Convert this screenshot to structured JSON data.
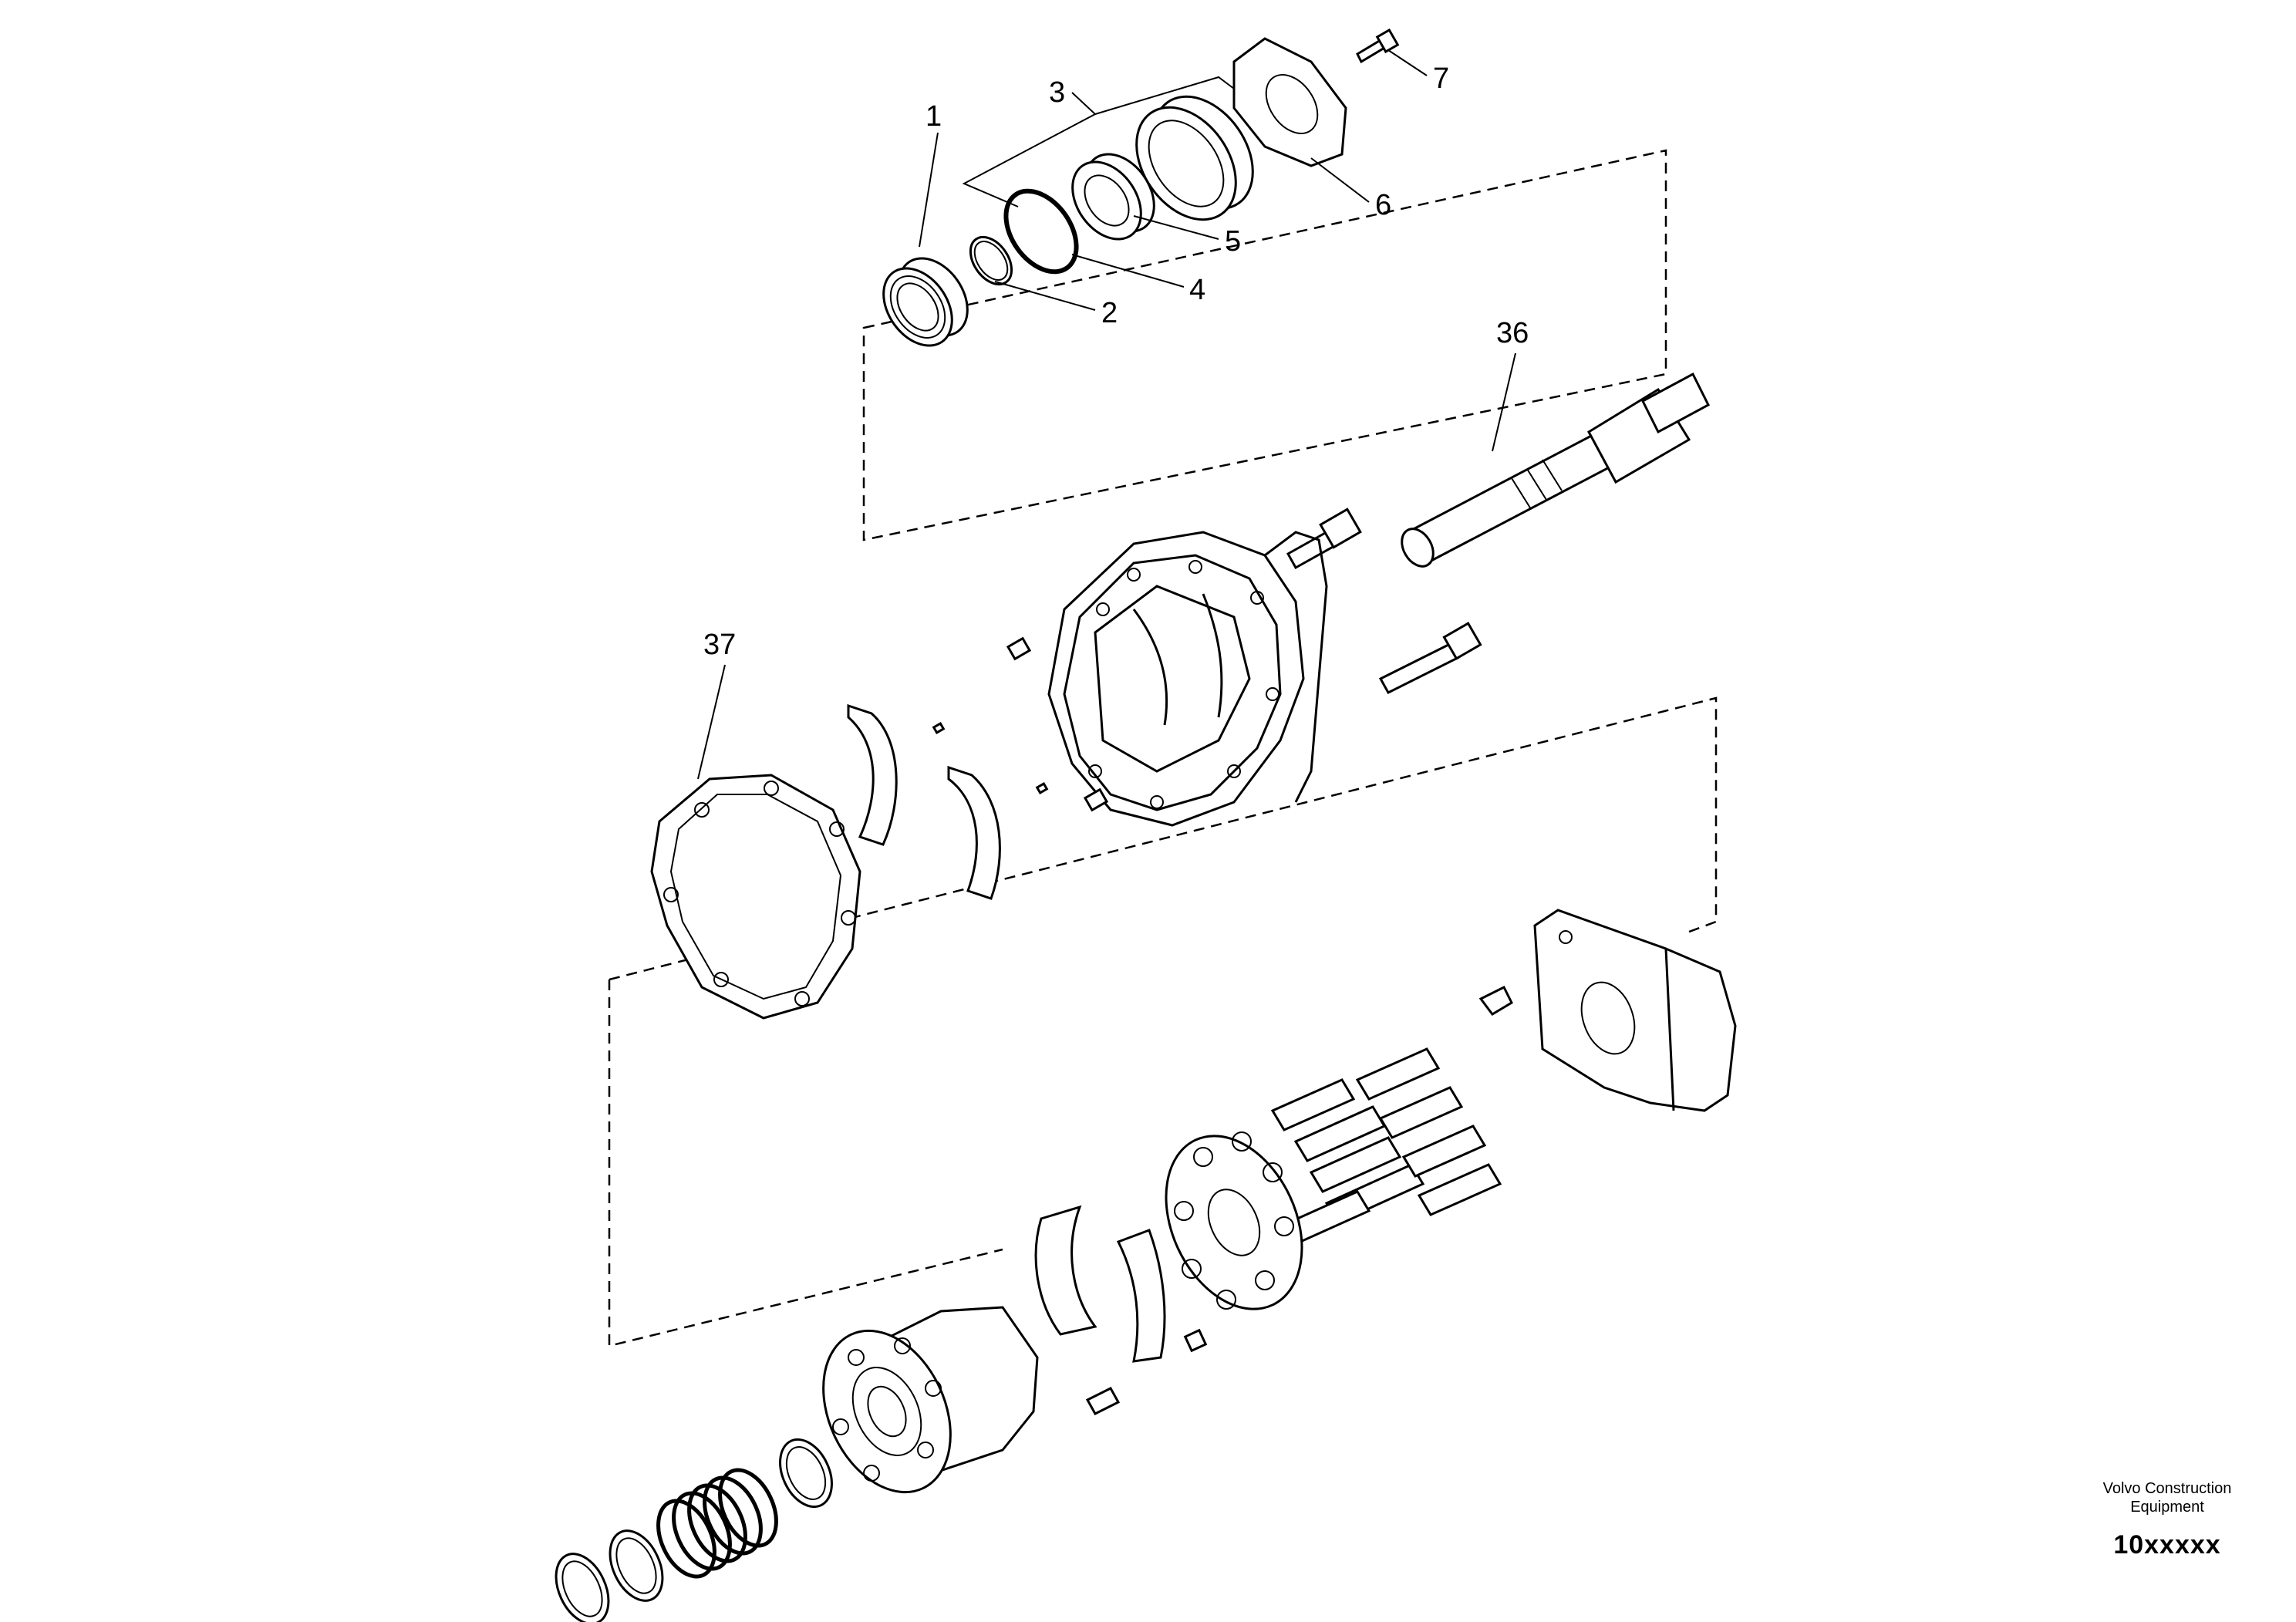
{
  "callouts": {
    "c1": "1",
    "c2": "2",
    "c3": "3",
    "c4": "4",
    "c5": "5",
    "c6": "6",
    "c7": "7",
    "c36": "36",
    "c37": "37"
  },
  "brand": {
    "line1": "Volvo Construction",
    "line2": "Equipment",
    "code": "10xxxxx"
  }
}
